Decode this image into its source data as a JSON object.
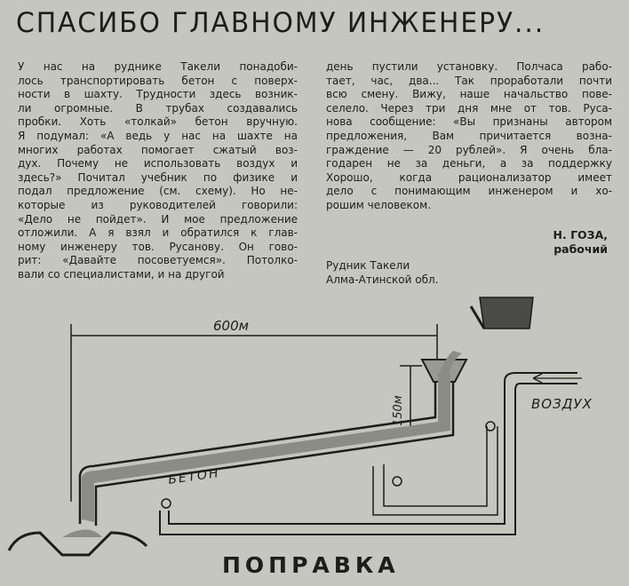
{
  "title": "СПАСИБО ГЛАВНОМУ ИНЖЕНЕРУ...",
  "left_column": [
    "У нас на руднике Такели понадоби-",
    "лось транспортировать бетон с поверх-",
    "ности в шахту. Трудности здесь возник-",
    "ли огромные. В трубах создавались",
    "пробки. Хоть «толкай» бетон вручную.",
    "Я подумал: «А ведь у нас на шахте на",
    "многих работах помогает сжатый воз-",
    "дух. Почему не использовать воздух и",
    "здесь?» Почитал учебник по физике и",
    "подал предложение (см. схему). Но не-",
    "которые из руководителей говорили:",
    "«Дело не пойдет». И мое предложение",
    "отложили. А я взял и обратился к глав-",
    "ному инженеру тов. Русанову. Он гово-",
    "рит: «Давайте посоветуемся». Потолко-",
    "вали со специалистами, и на другой"
  ],
  "right_column": [
    "день пустили установку. Полчаса рабо-",
    "тает, час, два... Так проработали почти",
    "всю смену. Вижу, наше начальство пове-",
    "селело. Через три дня мне от тов. Руса-",
    "нова сообщение: «Вы признаны автором",
    "предложения, Вам причитается возна-",
    "граждение — 20 рублей». Я очень бла-",
    "годарен не за деньги, а за поддержку",
    "Хорошо, когда рационализатор имеет",
    "дело с понимающим инженером и хо-",
    "рошим человеком."
  ],
  "signature": {
    "name": "Н. ГОЗА,",
    "role": "рабочий"
  },
  "place": {
    "line1": "Рудник Такели",
    "line2": "Алма-Атинской обл."
  },
  "diagram": {
    "distance": "600м",
    "height": "150м",
    "concrete": "БЕТОН",
    "air": "ВОЗДУХ"
  },
  "next_heading": "ПОПРАВКА"
}
